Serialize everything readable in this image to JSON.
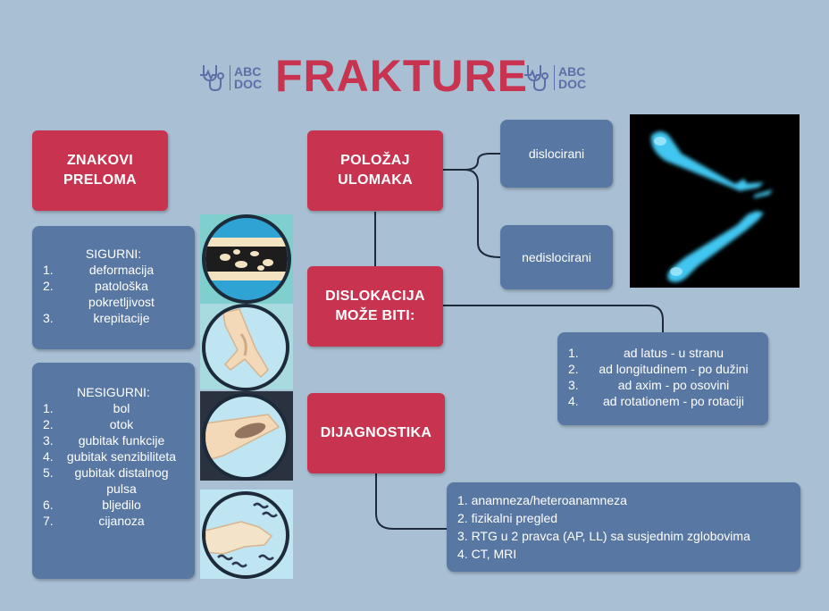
{
  "title": "FRAKTURE",
  "logo": {
    "line1": "ABC",
    "line2": "DOC"
  },
  "colors": {
    "red": "#c8344f",
    "blue": "#5877a3",
    "background": "#a9bfd3",
    "line": "#1d2a3a"
  },
  "boxes": {
    "znakovi": "ZNAKOVI\nPRELOMA",
    "polozaj": "POLOŽAJ\nULOMAKA",
    "dislokacija": "DISLOKACIJA\nMOŽE BITI:",
    "dijagnostika": "DIJAGNOSTIKA"
  },
  "polozaj_options": {
    "dislocirani": "dislocirani",
    "nedislocirani": "nedislocirani"
  },
  "sigurni": {
    "heading": "SIGURNI:",
    "items": [
      {
        "num": "1.",
        "text": "deformacija"
      },
      {
        "num": "2.",
        "text": "patološka pokretljivost"
      },
      {
        "num": "3.",
        "text": "krepitacije"
      }
    ]
  },
  "nesigurni": {
    "heading": "NESIGURNI:",
    "items": [
      {
        "num": "1.",
        "text": "bol"
      },
      {
        "num": "2.",
        "text": "otok"
      },
      {
        "num": "3.",
        "text": "gubitak funkcije"
      },
      {
        "num": "4.",
        "text": "gubitak senzibiliteta"
      },
      {
        "num": "5.",
        "text": "gubitak distalnog pulsa"
      },
      {
        "num": "6.",
        "text": "bljedilo"
      },
      {
        "num": "7.",
        "text": "cijanoza"
      }
    ]
  },
  "dislokacija_types": [
    {
      "num": "1.",
      "text": "ad latus - u stranu"
    },
    {
      "num": "2.",
      "text": "ad longitudinem - po dužini"
    },
    {
      "num": "3.",
      "text": "ad axim - po osovini"
    },
    {
      "num": "4.",
      "text": "ad rotationem - po rotaciji"
    }
  ],
  "dijagnostika_list": [
    "1. anamneza/heteroanamneza",
    "2. fizikalni pregled",
    "3. RTG  u 2 pravca (AP, LL) sa susjednim zglobovima",
    "4. CT, MRI"
  ],
  "icons": [
    "stethoscope-icon",
    "xray-bone-fracture",
    "bone-fracture-icon",
    "arm-deformity-icon",
    "arm-bruise-icon",
    "hand-pain-icon"
  ]
}
